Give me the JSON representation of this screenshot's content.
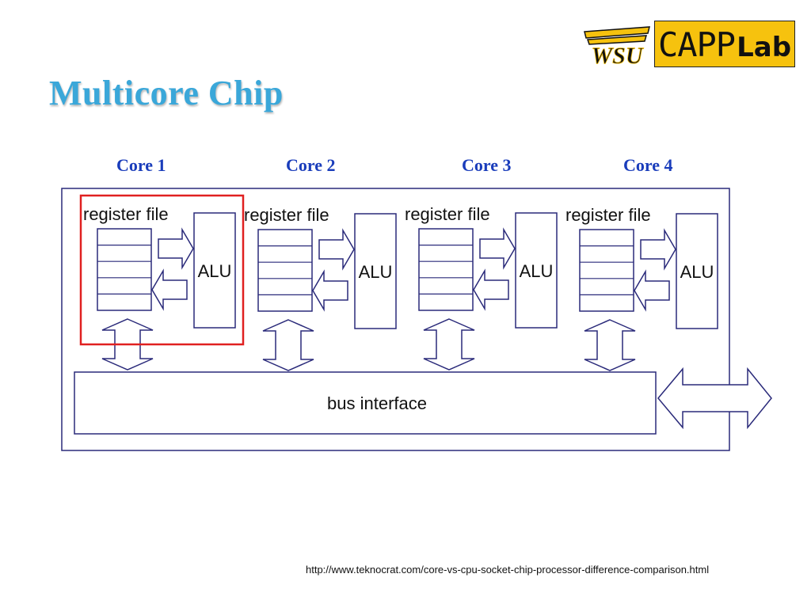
{
  "header": {
    "title": "Multicore Chip",
    "logo_wsu_text": "WSU",
    "logo_capp_text": "CAPP",
    "logo_lab_text": "Lab"
  },
  "diagram": {
    "cores": [
      {
        "label": "Core 1",
        "register_file_label": "register file",
        "alu_label": "ALU",
        "highlighted": true
      },
      {
        "label": "Core 2",
        "register_file_label": "register file",
        "alu_label": "ALU",
        "highlighted": false
      },
      {
        "label": "Core 3",
        "register_file_label": "register file",
        "alu_label": "ALU",
        "highlighted": false
      },
      {
        "label": "Core 4",
        "register_file_label": "register file",
        "alu_label": "ALU",
        "highlighted": false
      }
    ],
    "bus_label": "bus interface",
    "colors": {
      "outline": "#2a2a7a",
      "highlight": "#e02020",
      "core_label": "#1a3dbb",
      "title": "#3aa7d9"
    }
  },
  "footer": {
    "source": "http://www.teknocrat.com/core-vs-cpu-socket-chip-processor-difference-comparison.html"
  }
}
